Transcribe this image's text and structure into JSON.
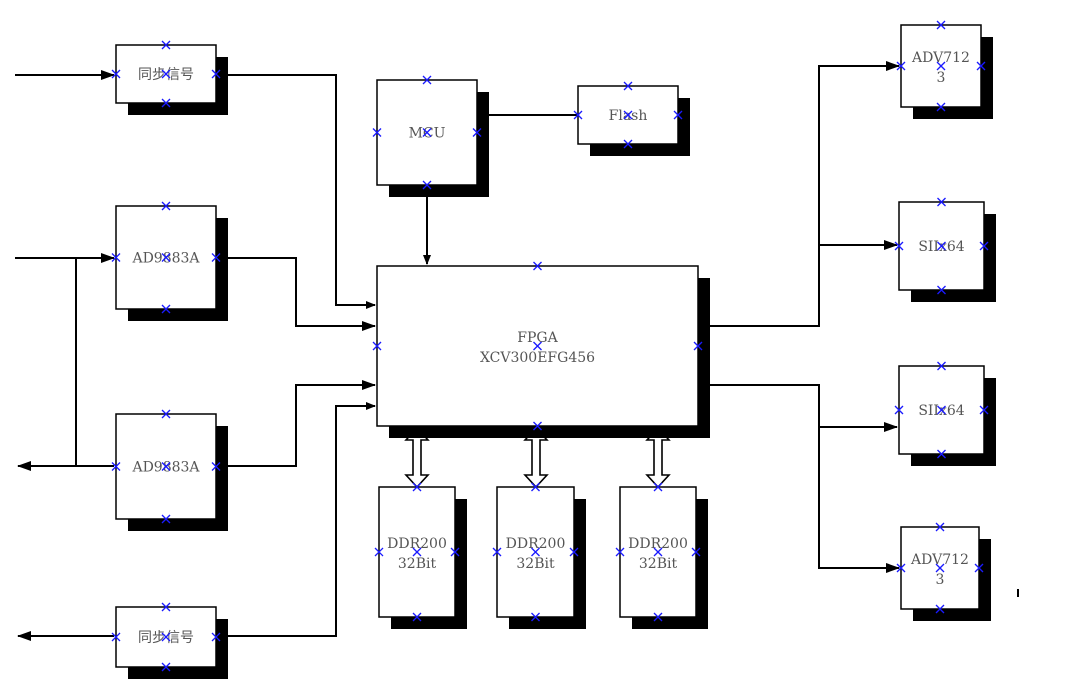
{
  "diagram": {
    "type": "hardware-block-diagram",
    "blocks": [
      {
        "id": "sync-in",
        "label": "同步信号",
        "cn": true
      },
      {
        "id": "ad9883a-1",
        "label": "AD9883A"
      },
      {
        "id": "ad9883a-2",
        "label": "AD9883A"
      },
      {
        "id": "sync-out",
        "label": "同步信号",
        "cn": true
      },
      {
        "id": "mcu",
        "label": "MCU"
      },
      {
        "id": "flash",
        "label": "Flash"
      },
      {
        "id": "fpga",
        "label": "FPGA",
        "sublabel": "XCV300EFG456"
      },
      {
        "id": "ddr-1",
        "label": "DDR200",
        "sublabel": "32Bit"
      },
      {
        "id": "ddr-2",
        "label": "DDR200",
        "sublabel": "32Bit"
      },
      {
        "id": "ddr-3",
        "label": "DDR200",
        "sublabel": "32Bit"
      },
      {
        "id": "adv7123-1",
        "label": "ADV712",
        "sublabel": "3"
      },
      {
        "id": "sii164-1",
        "label": "SIIx64"
      },
      {
        "id": "sii164-2",
        "label": "SIIx64"
      },
      {
        "id": "adv7123-2",
        "label": "ADV712",
        "sublabel": "3"
      }
    ],
    "connections": [
      {
        "from": "external-input",
        "to": "sync-in"
      },
      {
        "from": "external-input",
        "to": "ad9883a-1"
      },
      {
        "from": "external-input",
        "to": "ad9883a-2"
      },
      {
        "from": "ad9883a-2",
        "to": "external-output"
      },
      {
        "from": "sync-out",
        "to": "external-output"
      },
      {
        "from": "sync-in",
        "to": "fpga"
      },
      {
        "from": "ad9883a-1",
        "to": "fpga"
      },
      {
        "from": "ad9883a-2",
        "to": "fpga"
      },
      {
        "from": "sync-out",
        "to": "fpga"
      },
      {
        "from": "flash",
        "to": "mcu"
      },
      {
        "from": "mcu",
        "to": "fpga"
      },
      {
        "from": "fpga",
        "to": "ddr-1",
        "bidirectional": true
      },
      {
        "from": "fpga",
        "to": "ddr-2",
        "bidirectional": true
      },
      {
        "from": "fpga",
        "to": "ddr-3",
        "bidirectional": true
      },
      {
        "from": "fpga",
        "to": "adv7123-1"
      },
      {
        "from": "fpga",
        "to": "sii164-1"
      },
      {
        "from": "fpga",
        "to": "sii164-2"
      },
      {
        "from": "fpga",
        "to": "adv7123-2"
      }
    ]
  }
}
